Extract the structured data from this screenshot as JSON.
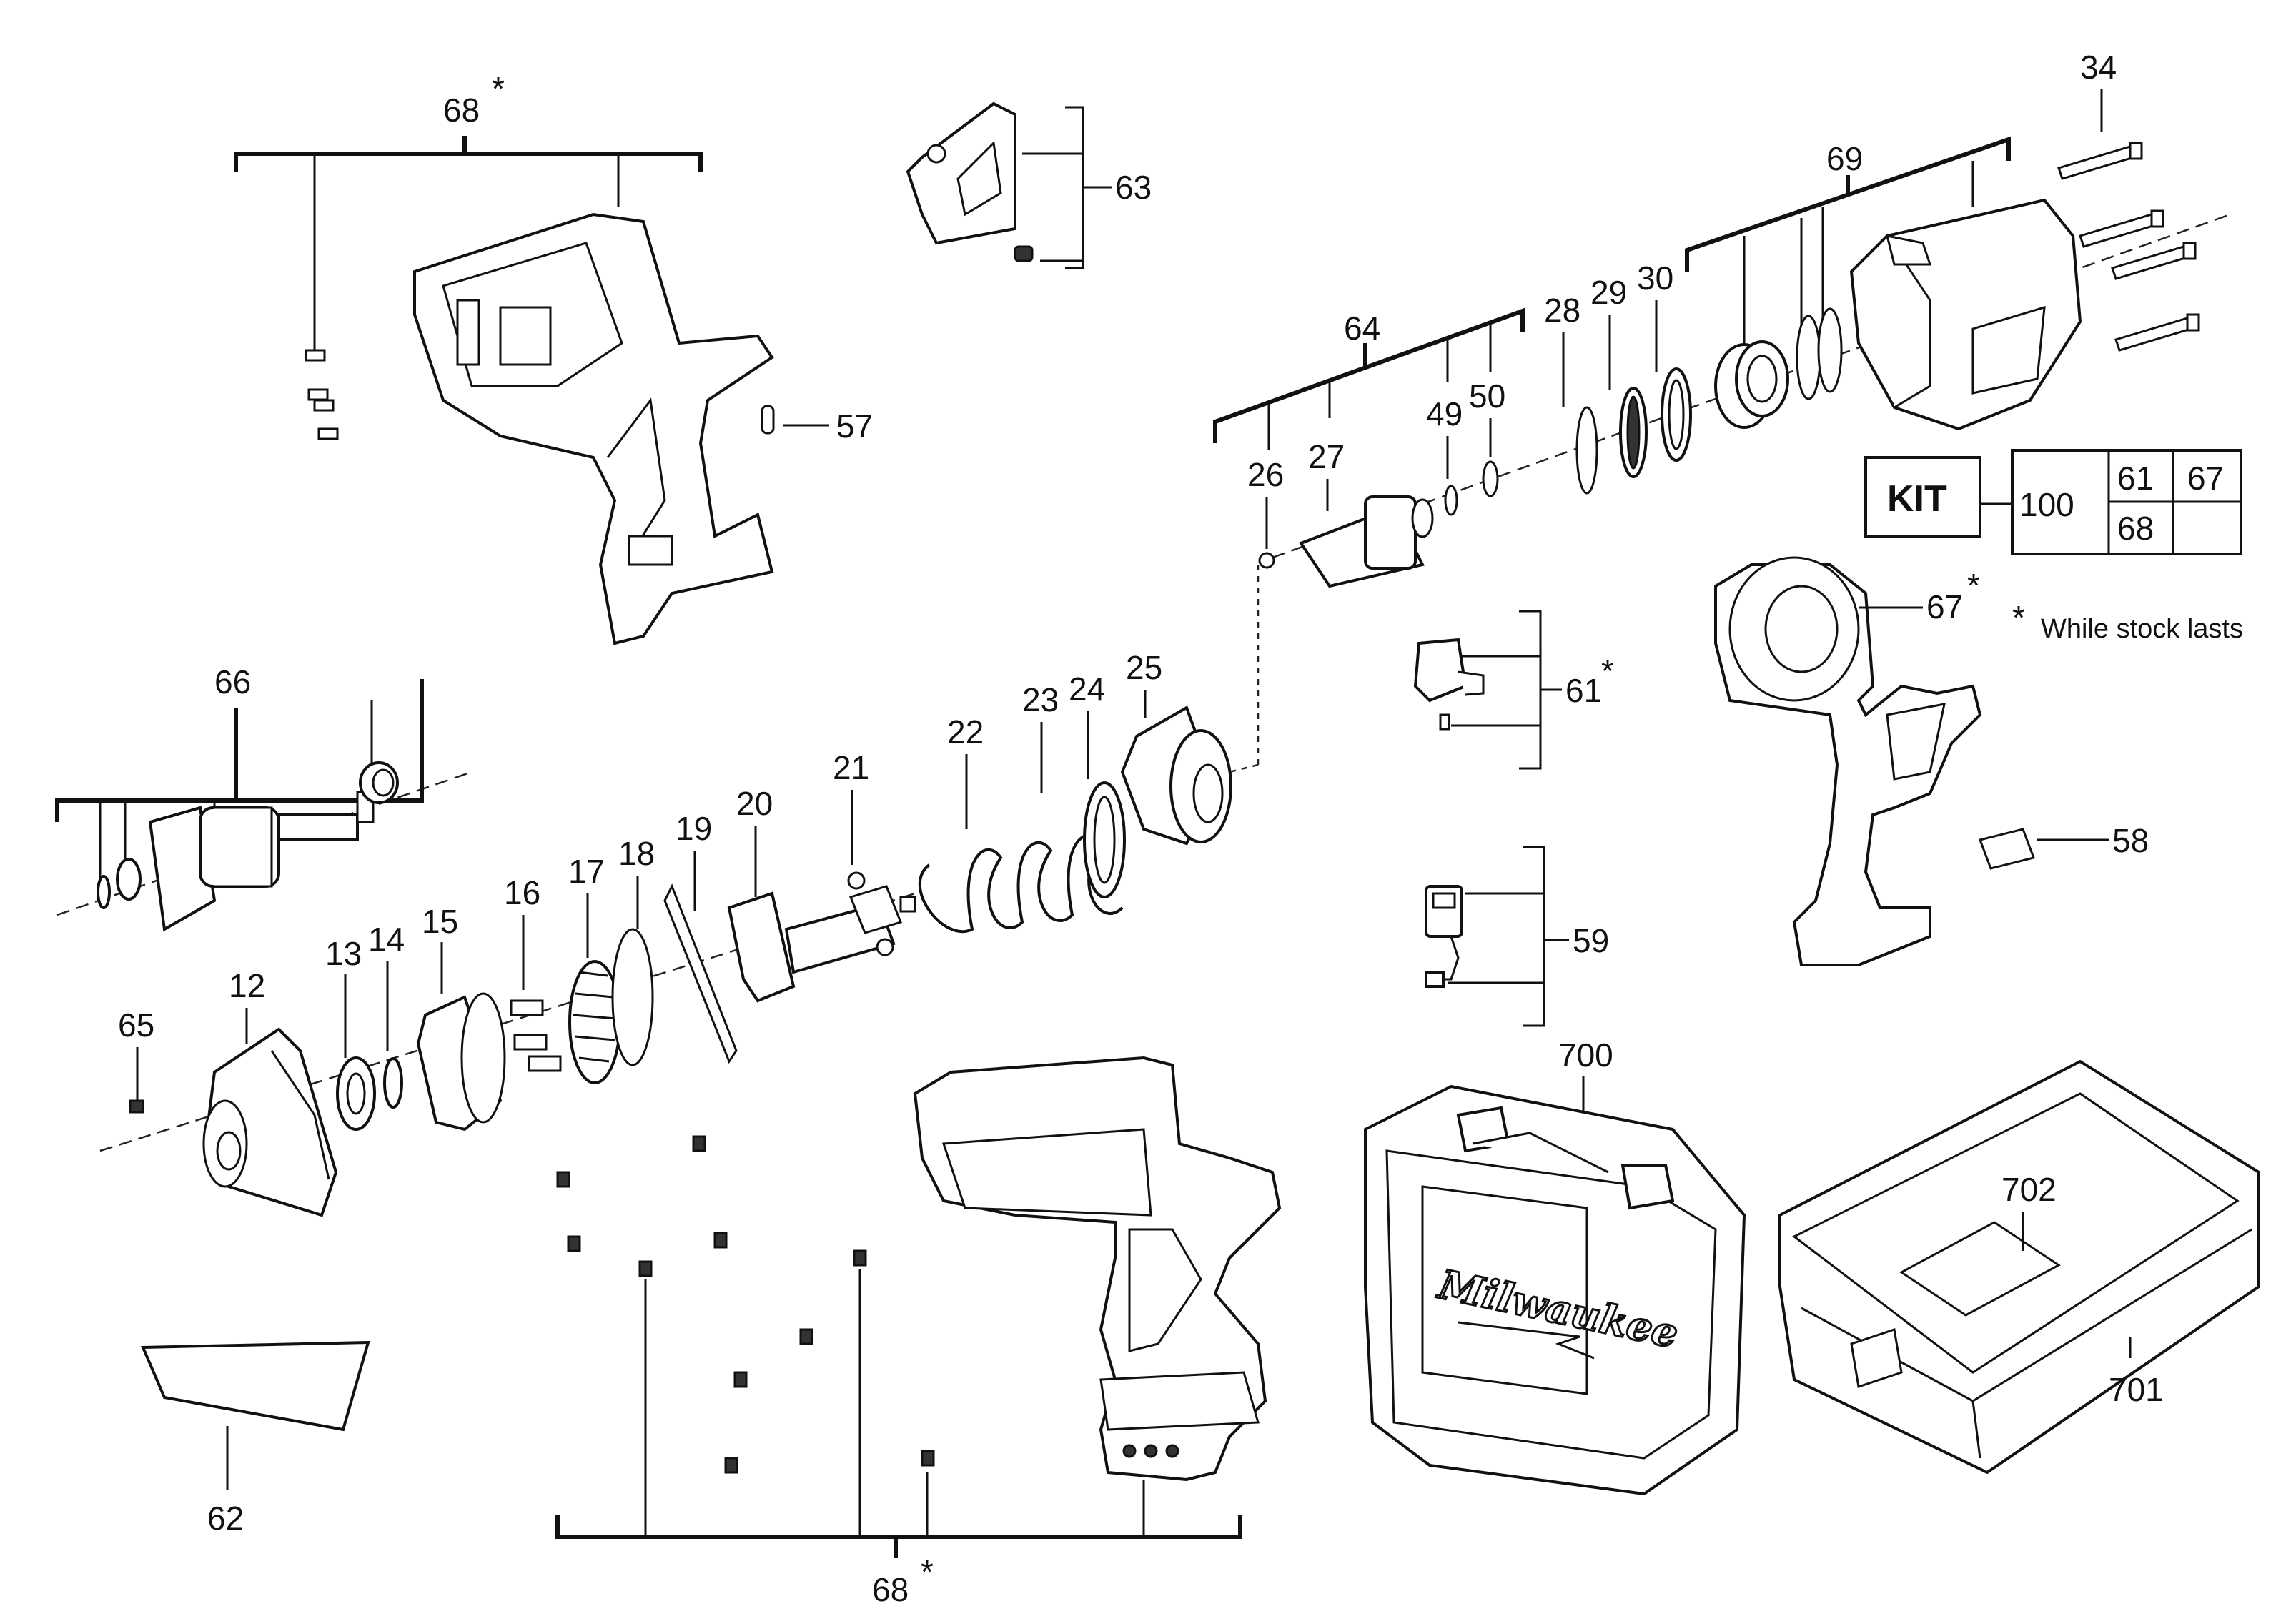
{
  "labels": {
    "p12": "12",
    "p13": "13",
    "p14": "14",
    "p15": "15",
    "p16": "16",
    "p17": "17",
    "p18": "18",
    "p19": "19",
    "p20": "20",
    "p21": "21",
    "p22": "22",
    "p23": "23",
    "p24": "24",
    "p25": "25",
    "p26": "26",
    "p27": "27",
    "p28": "28",
    "p29": "29",
    "p30": "30",
    "p34": "34",
    "p49": "49",
    "p50": "50",
    "p57": "57",
    "p58": "58",
    "p59": "59",
    "p61": "61",
    "p62": "62",
    "p63": "63",
    "p64": "64",
    "p65": "65",
    "p66": "66",
    "p67": "67",
    "p68_top": "68",
    "p68_bottom": "68",
    "p69": "69",
    "p700": "700",
    "p701": "701",
    "p702": "702"
  },
  "asterisk": "*",
  "kit_table": {
    "kit": "KIT",
    "number": "100",
    "cells": [
      "61",
      "67",
      "68",
      ""
    ]
  },
  "note": "While stock lasts",
  "case_brand": "Milwaukee"
}
